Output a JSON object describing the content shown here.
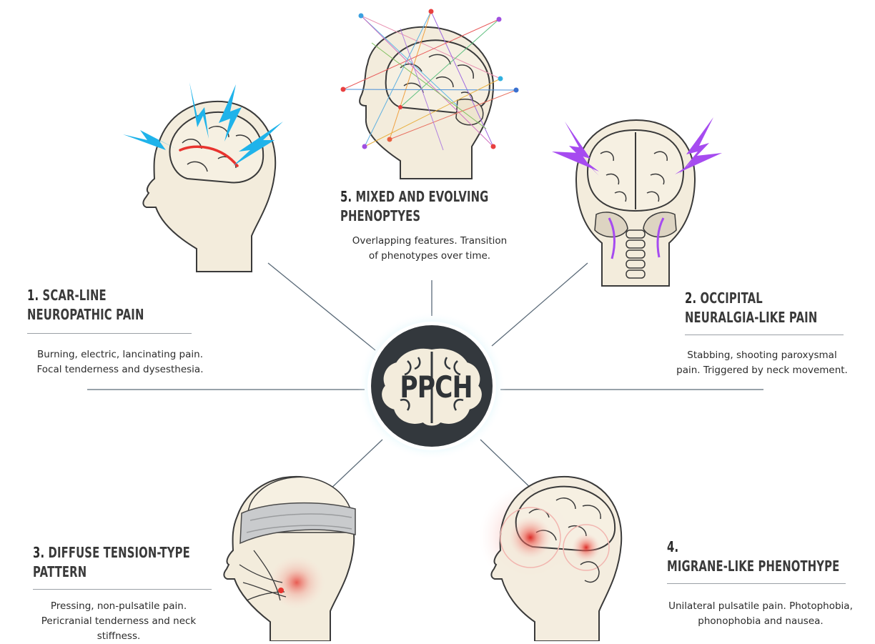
{
  "hub": {
    "label": "PPCH"
  },
  "phenotypes": [
    {
      "id": 1,
      "num": "1.",
      "title_lines": [
        "SCAR-LINE",
        "NEUROPATHIC PAIN"
      ],
      "desc_lines": [
        "Burning, electric, lancinating pain.",
        "Focal tenderness and dysesthesia."
      ],
      "icon": "head-lightning-scar-icon"
    },
    {
      "id": 2,
      "num": "2.",
      "title_lines": [
        "OCCIPITAL",
        "NEURALGIA-LIKE PAIN"
      ],
      "desc_lines": [
        "Stabbing, shooting paroxysmal",
        "pain. Triggered by neck movement."
      ],
      "icon": "head-back-occipital-icon"
    },
    {
      "id": 3,
      "num": "3.",
      "title_lines": [
        "DIFFUSE TENSION-TYPE",
        "PATTERN"
      ],
      "desc_lines": [
        "Pressing, non-pulsatile pain.",
        "Pericranial tenderness and neck",
        "stiffness."
      ],
      "icon": "head-band-tension-icon"
    },
    {
      "id": 4,
      "num": "4.",
      "title_lines": [
        "",
        "MIGRANE-LIKE PHENOTHYPE"
      ],
      "desc_lines": [
        "Unilateral pulsatile pain. Photophobia,",
        "phonophobia and nausea."
      ],
      "icon": "head-migraine-glow-icon"
    },
    {
      "id": 5,
      "num": "5.",
      "title_lines": [
        "MIXED AND EVOLVING",
        "PHENOPTYES"
      ],
      "desc_lines": [
        "Overlapping features. Transition",
        "of phenotypes over time."
      ],
      "icon": "head-network-mixed-icon"
    }
  ],
  "colors": {
    "hub_fill": "#33383d",
    "hub_glow": "#7fdcf5",
    "skin": "#f3ecdc",
    "outline": "#3a3a3a",
    "lightning_blue": "#1fb3ea",
    "lightning_purple": "#a64bf0",
    "pain_red": "#e8332e",
    "connector": "#5a6a78"
  }
}
